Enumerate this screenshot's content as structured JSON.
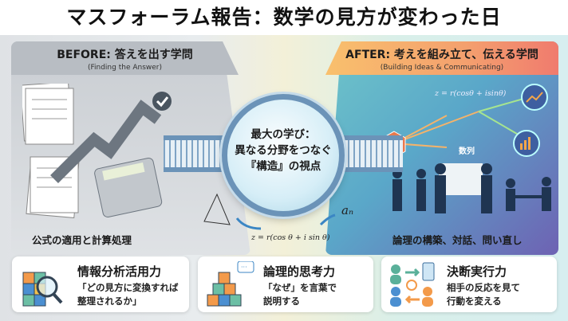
{
  "title": "マスフォーラム報告：数学の見方が変わった日",
  "before": {
    "heading": "BEFORE: 答えを出す学問",
    "subheading": "(Finding the Answer)",
    "caption": "公式の適用と計算処理"
  },
  "after": {
    "heading": "AFTER: 考えを組み立て、伝える学問",
    "subheading": "(Building Ideas & Communicating)",
    "caption": "論理の構築、対話、問い直し",
    "formula": "z = r(cosθ + isinθ)",
    "node_label": "数列"
  },
  "center": {
    "lines": [
      "最大の学び：",
      "異なる分野をつなぐ",
      "『構造』の視点"
    ],
    "formula": "z = r(cos θ + i sin θ)",
    "sequence": "aₙ"
  },
  "cards": [
    {
      "title": "情報分析活用力",
      "desc": "「どの見方に変換すれば\n整理されるか」"
    },
    {
      "title": "論理的思考力",
      "desc": "「なぜ」を言葉で\n説明する"
    },
    {
      "title": "決断実行力",
      "desc": "相手の反応を見て\n行動を変える"
    }
  ],
  "colors": {
    "before_header": "#b8bdc3",
    "after_header_start": "#f9c06d",
    "after_header_end": "#f07b6e",
    "lens_ring": "#6b93b8"
  }
}
